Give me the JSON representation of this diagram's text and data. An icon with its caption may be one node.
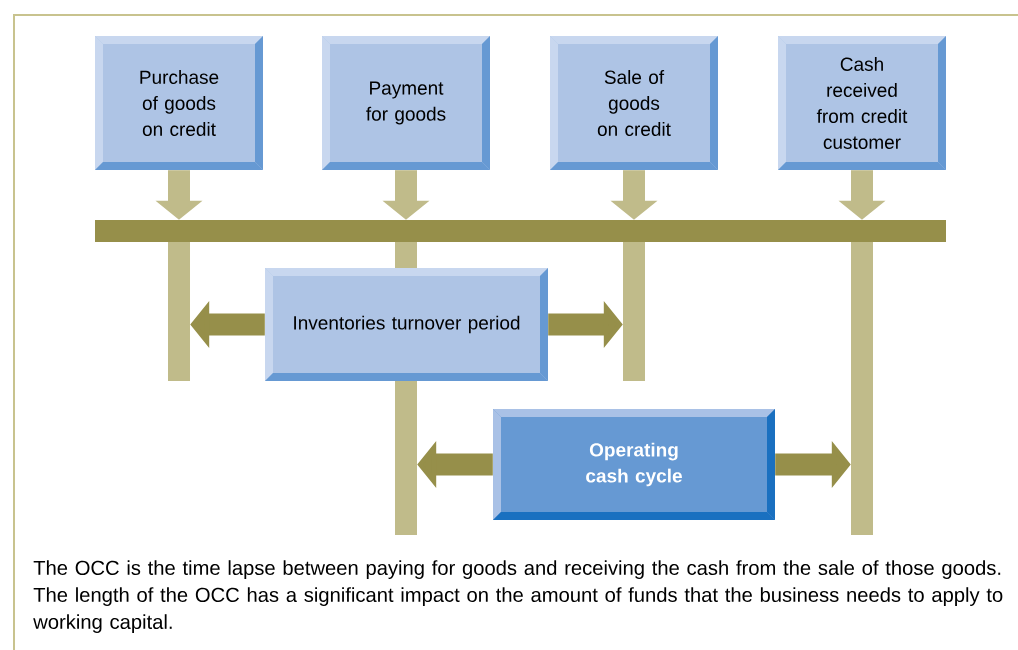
{
  "diagram": {
    "caption": "The OCC is the time lapse between paying for goods and receiving the cash from the sale of those goods. The length of the OCC has a significant impact on the amount of funds that the business needs to apply to working capital.",
    "nodes": [
      {
        "text": [
          "Purchase of goods on credit"
        ]
      },
      {
        "text": [
          "Payment for goods"
        ]
      },
      {
        "text": [
          "Sale of goods on credit"
        ]
      },
      {
        "text": [
          "Cash received from credit customer"
        ]
      },
      {
        "text": [],
        "shape": "bar"
      },
      {
        "text": [],
        "shape": "bar"
      },
      {
        "text": [],
        "shape": "bar"
      },
      {
        "text": [],
        "shape": "bar"
      },
      {
        "text": [],
        "shape": "bar"
      },
      {
        "text": [
          "Inventories turnover period"
        ]
      },
      {
        "text": [
          "Operating cash cycle"
        ]
      }
    ],
    "edges": [
      {
        "from": 0,
        "to": 4,
        "arrow": "to"
      },
      {
        "from": 1,
        "to": 4,
        "arrow": "to"
      },
      {
        "from": 2,
        "to": 4,
        "arrow": "to"
      },
      {
        "from": 3,
        "to": 4,
        "arrow": "to"
      },
      {
        "from": 9,
        "to": 5,
        "arrow": "to",
        "color": "#968f4a"
      },
      {
        "from": 9,
        "to": 7,
        "arrow": "to",
        "color": "#968f4a"
      },
      {
        "from": 10,
        "to": 6,
        "arrow": "to",
        "color": "#968f4a"
      },
      {
        "from": 10,
        "to": 8,
        "arrow": "to",
        "color": "#968f4a"
      }
    ]
  }
}
